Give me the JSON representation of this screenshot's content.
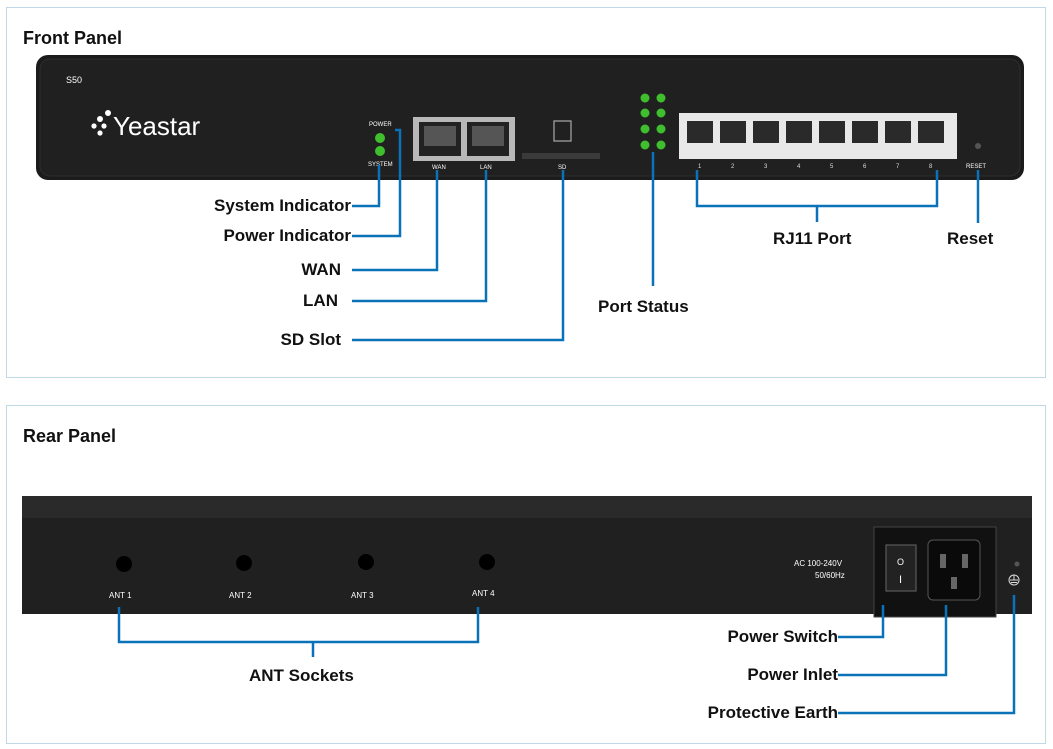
{
  "front_panel": {
    "title": "Front Panel",
    "model": "S50",
    "brand": "Yeastar",
    "silk": {
      "power": "POWER",
      "system": "SYSTEM",
      "wan": "WAN",
      "lan": "LAN",
      "sd": "SD",
      "reset": "RESET",
      "port_numbers": [
        "1",
        "2",
        "3",
        "4",
        "5",
        "6",
        "7",
        "8"
      ]
    },
    "labels": {
      "system_indicator": "System Indicator",
      "power_indicator": "Power Indicator",
      "wan": "WAN",
      "lan": "LAN",
      "sd_slot": "SD Slot",
      "port_status": "Port Status",
      "rj11_port": "RJ11 Port",
      "reset": "Reset"
    }
  },
  "rear_panel": {
    "title": "Rear Panel",
    "antennas": [
      "ANT 1",
      "ANT 2",
      "ANT 3",
      "ANT 4"
    ],
    "ac_rating_line1": "AC 100-240V",
    "ac_rating_line2": "50/60Hz",
    "switch_on": "I",
    "switch_off": "O",
    "labels": {
      "ant_sockets": "ANT Sockets",
      "power_switch": "Power Switch",
      "power_inlet": "Power Inlet",
      "protective_earth": "Protective Earth"
    }
  },
  "colors": {
    "callout_line": "#0a72b8",
    "device_body": "#1b1b1b",
    "led_green": "#3fbf2e",
    "panel_border": "#bfd9e6"
  }
}
